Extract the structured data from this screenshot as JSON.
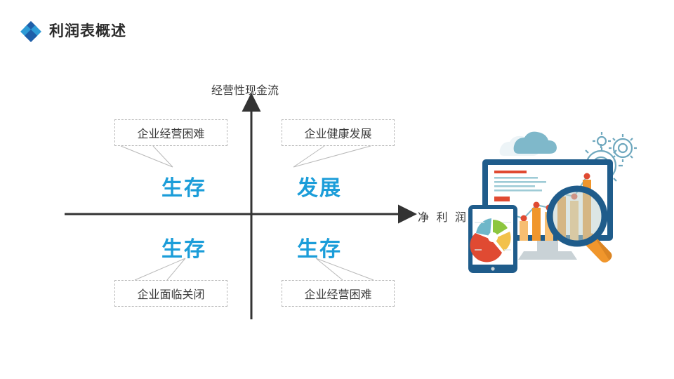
{
  "header": {
    "icon": "diamond-cluster-icon",
    "title": "利润表概述",
    "icon_colors": {
      "dark": "#1F5FA9",
      "light": "#2E9BD6"
    }
  },
  "diagram": {
    "type": "quadrant-matrix",
    "y_axis_label": "经营性现金流",
    "x_axis_label": "净 利 润",
    "axis_color": "#333333",
    "quadrant_text_color": "#1B9DD9",
    "quadrants": [
      {
        "position": "top-left",
        "label": "生存",
        "callout": "企业经营困难"
      },
      {
        "position": "top-right",
        "label": "发展",
        "callout": "企业健康发展"
      },
      {
        "position": "bottom-left",
        "label": "生存",
        "callout": "企业面临关闭"
      },
      {
        "position": "bottom-right",
        "label": "生存",
        "callout": "企业经营困难"
      }
    ]
  },
  "illustration": {
    "name": "data-analytics-illustration",
    "elements": [
      "desktop-monitor",
      "bar-chart",
      "line-chart",
      "tablet-device",
      "pie-chart",
      "magnifying-glass",
      "gears",
      "cloud"
    ],
    "colors": {
      "frame": "#1F5C8B",
      "bar": "#F0962C",
      "bar_light": "#F7BE72",
      "accent_red": "#E04A32",
      "accent_teal": "#6FB7C9",
      "accent_green": "#8DC63F",
      "cloud": "#7FB8CA"
    }
  }
}
